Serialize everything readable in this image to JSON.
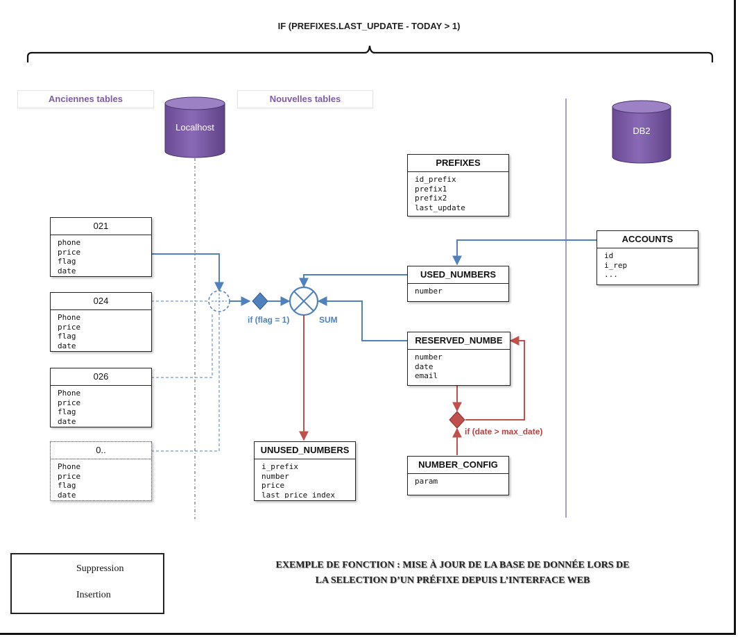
{
  "title": "IF (PREFIXES.LAST_UPDATE - TODAY > 1)",
  "sections": {
    "old_tables": "Anciennes tables",
    "new_tables": "Nouvelles tables"
  },
  "databases": {
    "localhost": "Localhost",
    "db2": "DB2"
  },
  "tables": {
    "t021": {
      "name": "021",
      "fields": [
        "phone",
        "price",
        "flag",
        "date"
      ]
    },
    "t024": {
      "name": "024",
      "fields": [
        "Phone",
        "price",
        "flag",
        "date"
      ]
    },
    "t026": {
      "name": "026",
      "fields": [
        "Phone",
        "price",
        "flag",
        "date"
      ]
    },
    "t0x": {
      "name": "0..",
      "fields": [
        "Phone",
        "price",
        "flag",
        "date"
      ]
    },
    "prefixes": {
      "name": "PREFIXES",
      "fields": [
        "id_prefix",
        "prefix1",
        "prefix2",
        "last_update"
      ]
    },
    "accounts": {
      "name": "ACCOUNTS",
      "fields": [
        "id",
        "i_rep",
        "..."
      ]
    },
    "used_numbers": {
      "name": "USED_NUMBERS",
      "fields": [
        "number"
      ]
    },
    "reserved_numbers": {
      "name": "RESERVED_NUMBE",
      "fields": [
        "number",
        "date",
        "email"
      ]
    },
    "unused_numbers": {
      "name": "UNUSED_NUMBERS",
      "fields": [
        "i_prefix",
        "number",
        "price",
        "last_price_index"
      ]
    },
    "number_config": {
      "name": "NUMBER_CONFIG",
      "fields": [
        "param"
      ]
    }
  },
  "labels": {
    "flag_condition": "if (flag = 1)",
    "sum": "SUM",
    "date_condition": "if (date > max_date)"
  },
  "legend": {
    "deletion": "Suppression",
    "insertion": "Insertion"
  },
  "colors": {
    "insertion": "#4f81bd",
    "deletion": "#c0504d",
    "database": "#7d5ba6",
    "section_label": "#7d5ba6"
  },
  "caption": {
    "line1": "EXEMPLE DE FONCTION : MISE À JOUR DE LA BASE DE DONNÉE LORS DE",
    "line2": "LA SELECTION D’UN PRÉFIXE DEPUIS L’INTERFACE WEB"
  }
}
